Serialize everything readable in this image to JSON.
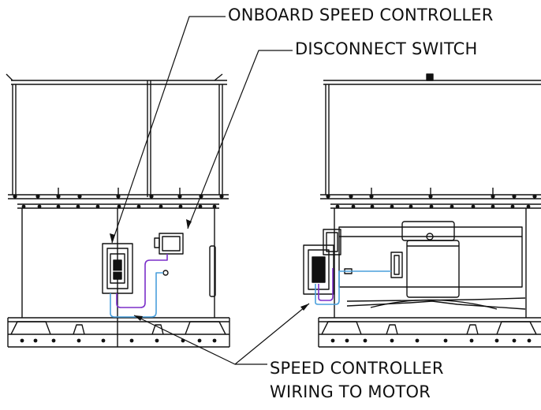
{
  "callouts": {
    "onboard_speed_controller": "ONBOARD SPEED CONTROLLER",
    "disconnect_switch": "DISCONNECT SWITCH",
    "speed_controller_wiring_line1": "SPEED CONTROLLER",
    "speed_controller_wiring_line2": "WIRING TO MOTOR"
  },
  "colors": {
    "line": "#111111",
    "wiring_purple": "#7b2fc9",
    "wiring_blue": "#4a9fdc",
    "background": "#ffffff"
  }
}
